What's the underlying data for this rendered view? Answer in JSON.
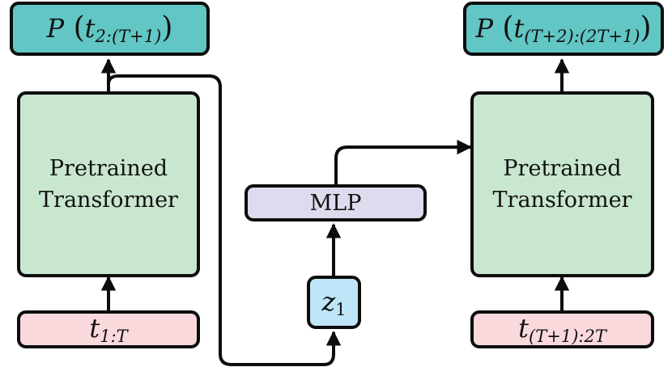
{
  "colors": {
    "output": "#61c6c4",
    "transformer": "#c9e7cf",
    "input": "#f9d9dc",
    "mlp": "#dcdcee",
    "latent": "#bfe6f8",
    "stroke": "#0d0d0d"
  },
  "left": {
    "output": {
      "P": "P",
      "t": "t",
      "sub": "2:(T+1)"
    },
    "transformer": {
      "line1": "Pretrained",
      "line2": "Transformer"
    },
    "input": {
      "t": "t",
      "sub": "1:T"
    }
  },
  "right": {
    "output": {
      "P": "P",
      "t": "t",
      "sub": "(T+2):(2T+1)"
    },
    "transformer": {
      "line1": "Pretrained",
      "line2": "Transformer"
    },
    "input": {
      "t": "t",
      "sub": "(T+1):2T"
    }
  },
  "mlp": {
    "label": "MLP"
  },
  "latent": {
    "z": "z",
    "sub": "1"
  }
}
